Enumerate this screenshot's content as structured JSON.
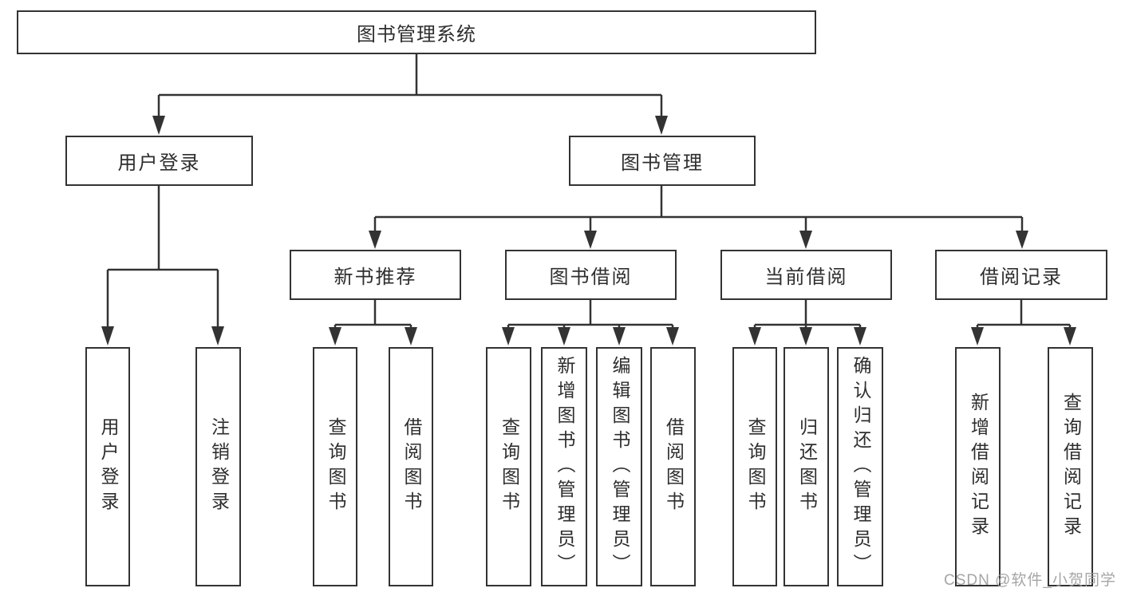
{
  "colors": {
    "line": "#333333",
    "box_border": "#333333",
    "text": "#2e2e2e",
    "watermark": "#9c9c9c",
    "background": "#ffffff"
  },
  "watermark": "CSDN @软件_小贺同学",
  "diagram": {
    "root": {
      "label": "图书管理系统"
    },
    "branches": {
      "user_login": {
        "label": "用户登录",
        "children": {
          "a1": "用户登录",
          "a2": "注销登录"
        }
      },
      "book_mgmt": {
        "label": "图书管理",
        "sections": {
          "new_books": {
            "label": "新书推荐",
            "children": {
              "b1": "查询图书",
              "b2": "借阅图书"
            }
          },
          "book_borrow": {
            "label": "图书借阅",
            "children": {
              "c1": "查询图书",
              "c2": "新增图书（管理员）",
              "c3": "编辑图书（管理员）",
              "c4": "借阅图书"
            }
          },
          "current_borrow": {
            "label": "当前借阅",
            "children": {
              "d1": "查询图书",
              "d2": "归还图书",
              "d3": "确认归还（管理员）"
            }
          },
          "borrow_records": {
            "label": "借阅记录",
            "children": {
              "e1": "新增借阅记录",
              "e2": "查询借阅记录"
            }
          }
        }
      }
    }
  }
}
